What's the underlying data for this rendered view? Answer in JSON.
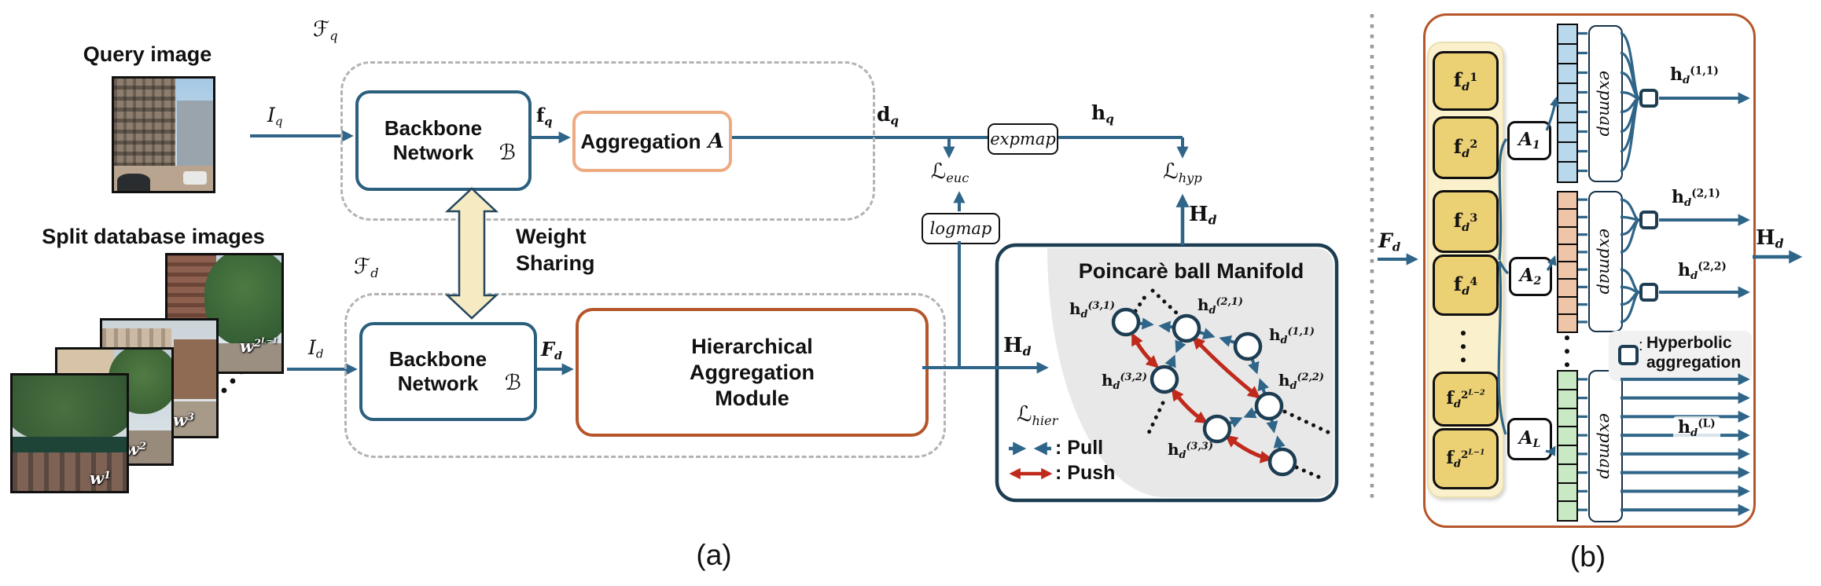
{
  "colors": {
    "line": "#2f6588",
    "navy": "#1d3d52",
    "backbone_border": "#2b5f7e",
    "aggregation_border": "#eeab81",
    "module_border": "#b5562a",
    "red_push": "#c02a1c",
    "cream_arrow": "#f5eac2",
    "feature_yellow": "#ecd074",
    "manifold_gray": "#e8e8e8"
  },
  "panel_a": {
    "caption": "(a)",
    "query_image_label": "Query image",
    "split_db_label": "Split database images",
    "patches": [
      {
        "base": "w",
        "sup": "1"
      },
      {
        "base": "w",
        "sup": "2"
      },
      {
        "base": "w",
        "sup": "3"
      },
      {
        "base": "w",
        "sup_base": "2",
        "sup_exp": "L−1"
      }
    ],
    "scope_q": {
      "base": "ℱ",
      "sub": "q"
    },
    "scope_d": {
      "base": "ℱ",
      "sub": "d"
    },
    "input_q": {
      "base": "I",
      "sub": "q"
    },
    "input_d": {
      "base": "I",
      "sub": "d"
    },
    "backbone": {
      "line1": "Backbone",
      "line2": "Network",
      "symbol": "ℬ"
    },
    "aggregation": {
      "label": "Aggregation",
      "symbol": "A"
    },
    "module": {
      "line1": "Hierarchical",
      "line2": "Aggregation",
      "line3": "Module"
    },
    "weight_sharing": {
      "line1": "Weight",
      "line2": "Sharing"
    },
    "f_q": {
      "base": "f",
      "sub": "q"
    },
    "d_q": {
      "base": "d",
      "sub": "q"
    },
    "h_q": {
      "base": "h",
      "sub": "q"
    },
    "F_d": {
      "base": "F",
      "sub": "d"
    },
    "H_d_mid": {
      "base": "H",
      "sub": "d"
    },
    "H_d_top": {
      "base": "H",
      "sub": "d"
    },
    "expmap": "expmap",
    "logmap": "logmap",
    "loss_euc": {
      "base": "ℒ",
      "sub": "euc"
    },
    "loss_hyp": {
      "base": "ℒ",
      "sub": "hyp"
    },
    "loss_hier": {
      "base": "ℒ",
      "sub": "hier"
    },
    "manifold": {
      "title": "Poincarè ball Manifold",
      "nodes": [
        {
          "base": "h",
          "sub": "d",
          "sup": "(3,1)"
        },
        {
          "base": "h",
          "sub": "d",
          "sup": "(2,1)"
        },
        {
          "base": "h",
          "sub": "d",
          "sup": "(1,1)"
        },
        {
          "base": "h",
          "sub": "d",
          "sup": "(3,2)"
        },
        {
          "base": "h",
          "sub": "d",
          "sup": "(2,2)"
        },
        {
          "base": "h",
          "sub": "d",
          "sup": "(3,3)"
        }
      ],
      "legend_pull": ": Pull",
      "legend_push": ": Push"
    }
  },
  "panel_b": {
    "caption": "(b)",
    "input": {
      "base": "F",
      "sub": "d"
    },
    "output": {
      "base": "H",
      "sub": "d"
    },
    "features": [
      {
        "base": "f",
        "sub": "d",
        "sup": "1"
      },
      {
        "base": "f",
        "sub": "d",
        "sup": "2"
      },
      {
        "base": "f",
        "sub": "d",
        "sup": "3"
      },
      {
        "base": "f",
        "sub": "d",
        "sup": "4"
      },
      {
        "base": "f",
        "sub": "d",
        "sup_base": "2",
        "sup_exp": "L−2"
      },
      {
        "base": "f",
        "sub": "d",
        "sup_base": "2",
        "sup_exp": "L−1"
      }
    ],
    "agg_ops": [
      {
        "base": "A",
        "sub": "1"
      },
      {
        "base": "A",
        "sub": "2"
      },
      {
        "base": "A",
        "sub": "L"
      }
    ],
    "levels": [
      {
        "squares": 8,
        "color": "#b9d8ec",
        "expmap": "expmap"
      },
      {
        "squares": 8,
        "color": "#efc5aa",
        "expmap": "expmap"
      },
      {
        "squares": 8,
        "color": "#c9e9c4",
        "expmap": "expmap"
      }
    ],
    "outputs": {
      "h11": {
        "base": "h",
        "sub": "d",
        "sup": "(1,1)"
      },
      "h21": {
        "base": "h",
        "sub": "d",
        "sup": "(2,1)"
      },
      "h22": {
        "base": "h",
        "sub": "d",
        "sup": "(2,2)"
      },
      "hL": {
        "base": "h",
        "sub": "d",
        "sup": "(L)"
      }
    },
    "legend": {
      "line1": "Hyperbolic",
      "line2": "aggregation"
    }
  }
}
